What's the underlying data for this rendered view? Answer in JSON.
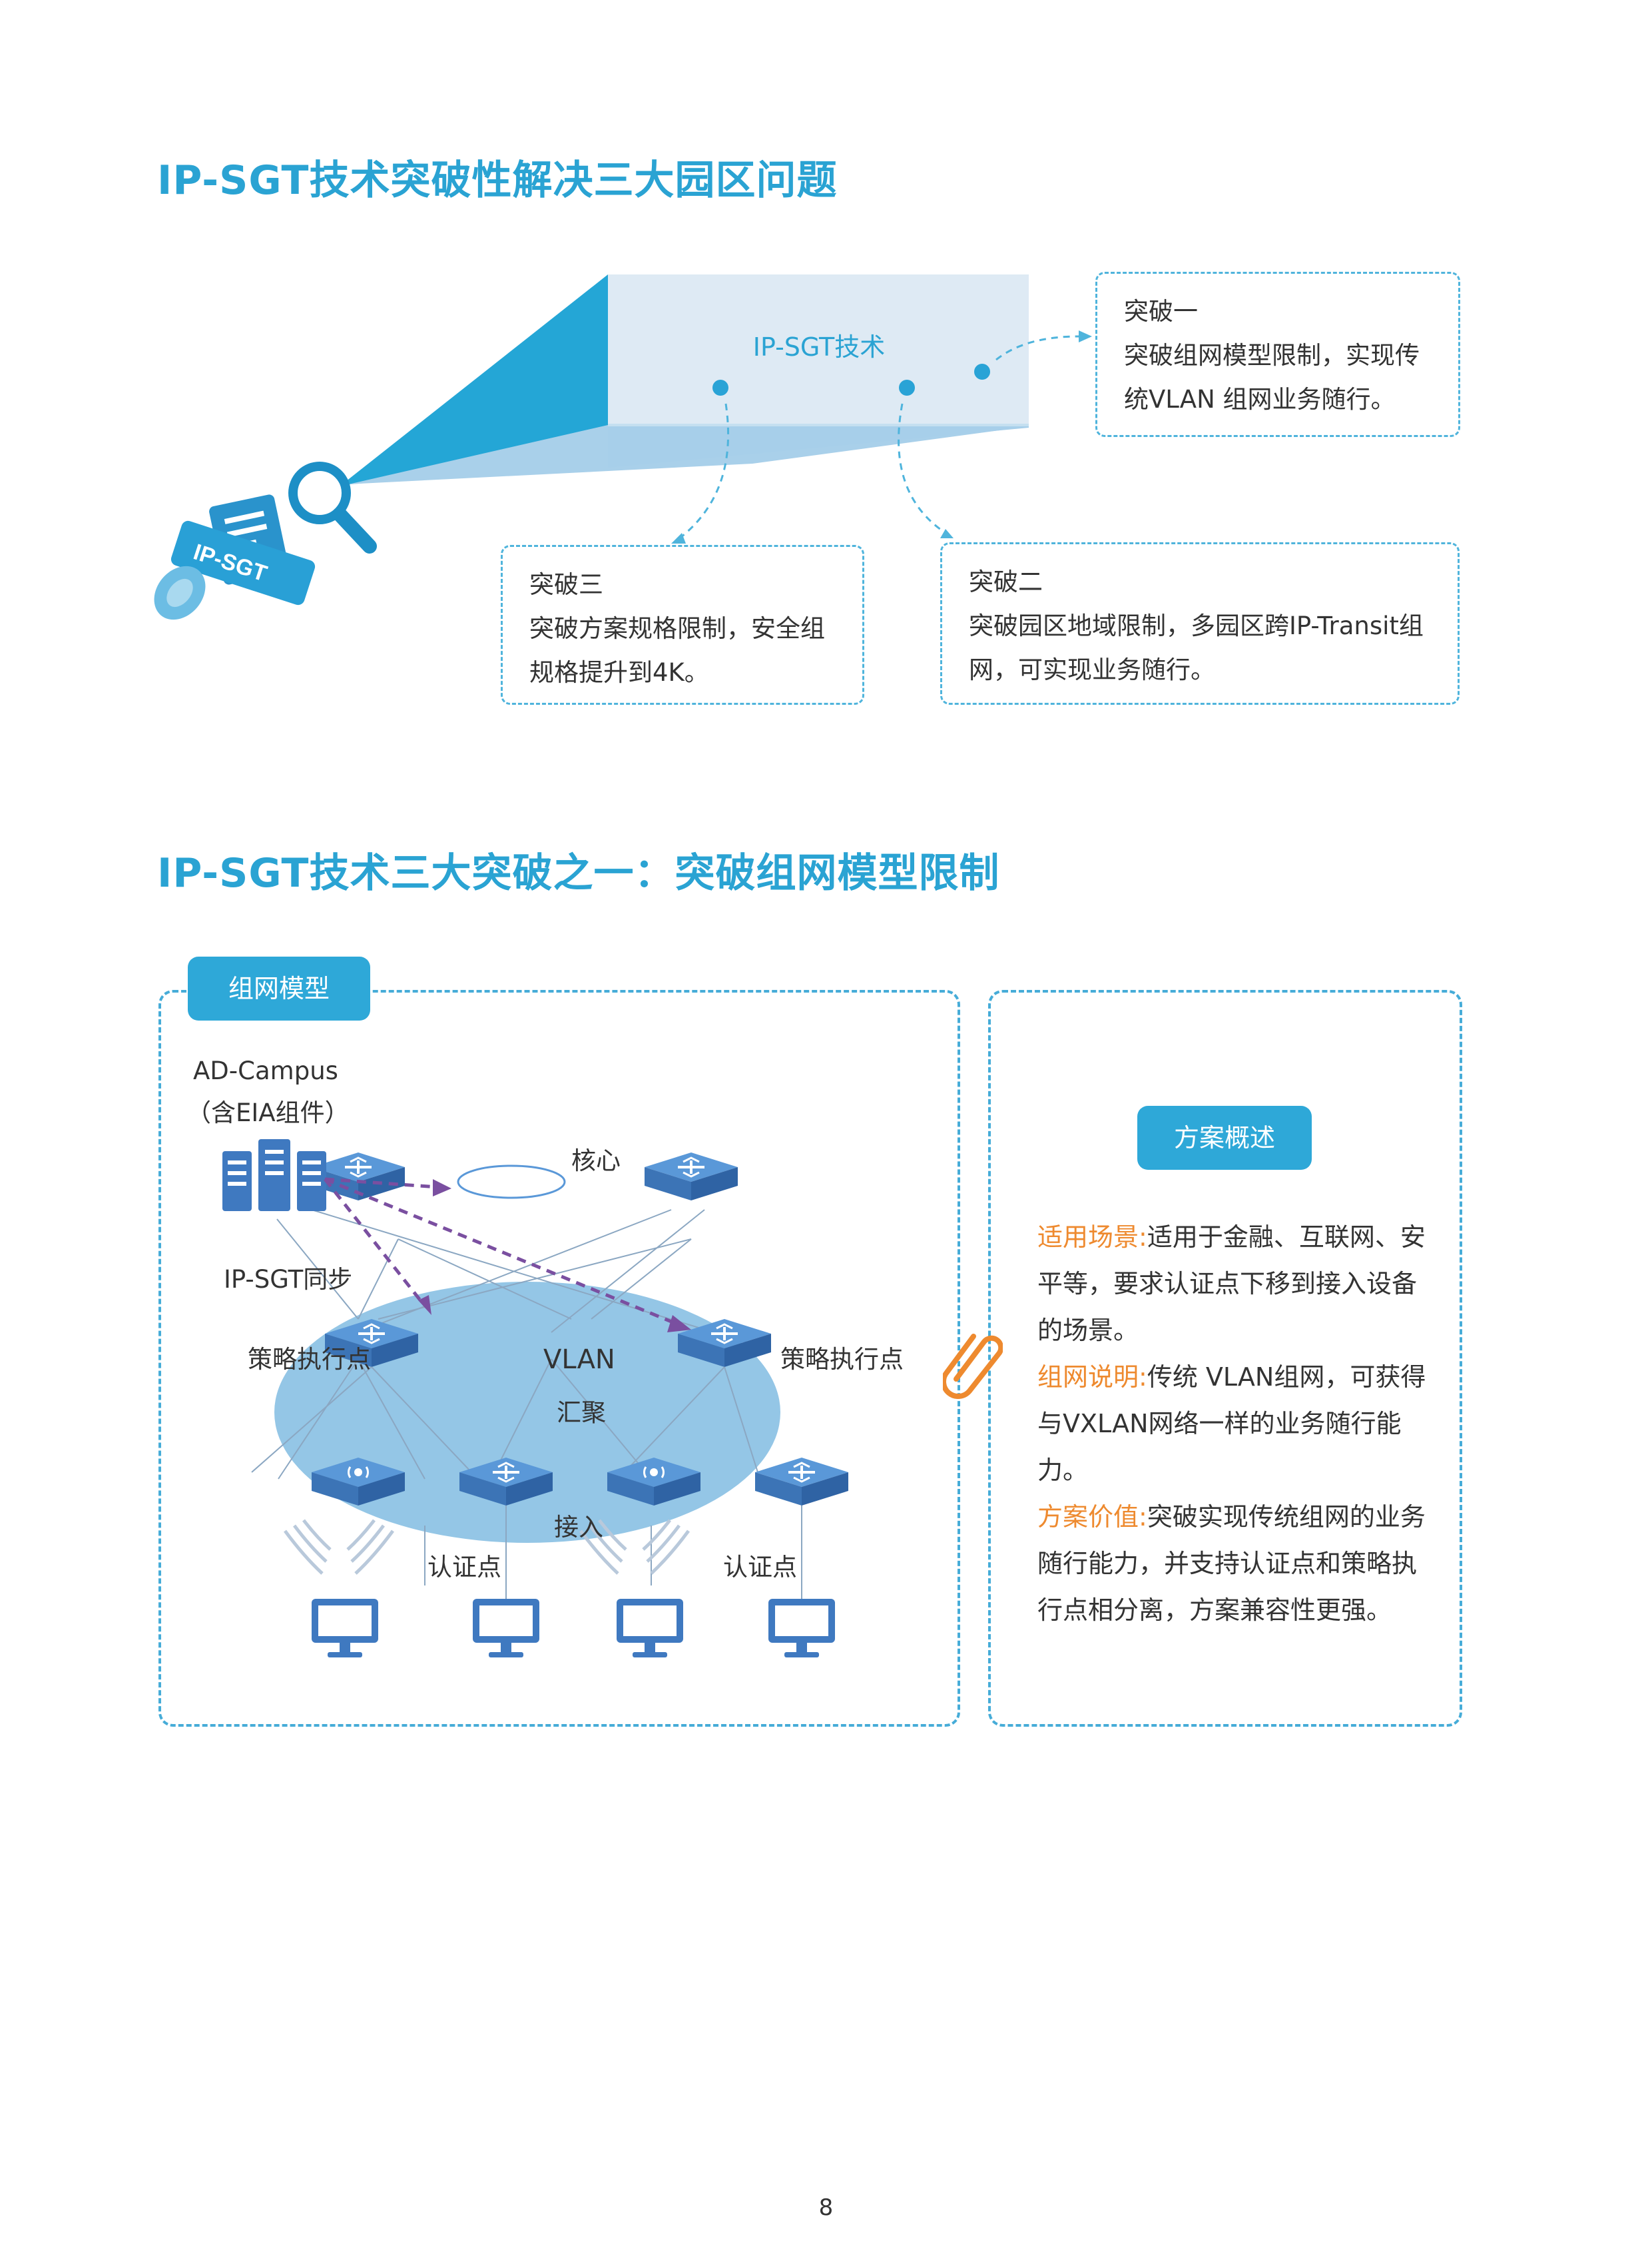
{
  "section1": {
    "heading": "IP-SGT技术突破性解决三大园区问题",
    "icon_badge": "IP-SGT",
    "beam_label": "IP-SGT技术",
    "breakthrough1": {
      "title": "突破一",
      "body": "突破组网模型限制，实现传统VLAN 组网业务随行。"
    },
    "breakthrough2": {
      "title": "突破二",
      "body": "突破园区地域限制，多园区跨IP-Transit组网，可实现业务随行。"
    },
    "breakthrough3": {
      "title": "突破三",
      "body": "突破方案规格限制，安全组规格提升到4K。"
    }
  },
  "section2": {
    "heading": "IP-SGT技术三大突破之一：突破组网模型限制",
    "model_tab": "组网模型",
    "diagram": {
      "controller_line1": "AD-Campus",
      "controller_line2": "（含EIA组件）",
      "core": "核心",
      "sync": "IP-SGT同步",
      "policy_left": "策略执行点",
      "policy_right": "策略执行点",
      "vlan": "VLAN",
      "aggregation": "汇聚",
      "access": "接入",
      "auth_left": "认证点",
      "auth_right": "认证点"
    },
    "overview_tab": "方案概述",
    "overview": {
      "scenario_key": "适用场景:",
      "scenario_text": "适用于金融、互联网、安平等，要求认证点下移到接入设备的场景。",
      "network_key": "组网说明:",
      "network_text": "传统 VLAN组网，可获得与VXLAN网络一样的业务随行能力。",
      "value_key": "方案价值:",
      "value_text": "突破实现传统组网的业务随行能力，并支持认证点和策略执行点相分离，方案兼容性更强。"
    }
  },
  "page_number": "8",
  "colors": {
    "accent": "#2aa3d3",
    "highlight": "#ee8a2f",
    "sync_arrow": "#7a4fa0",
    "device": "#3f79c0"
  }
}
